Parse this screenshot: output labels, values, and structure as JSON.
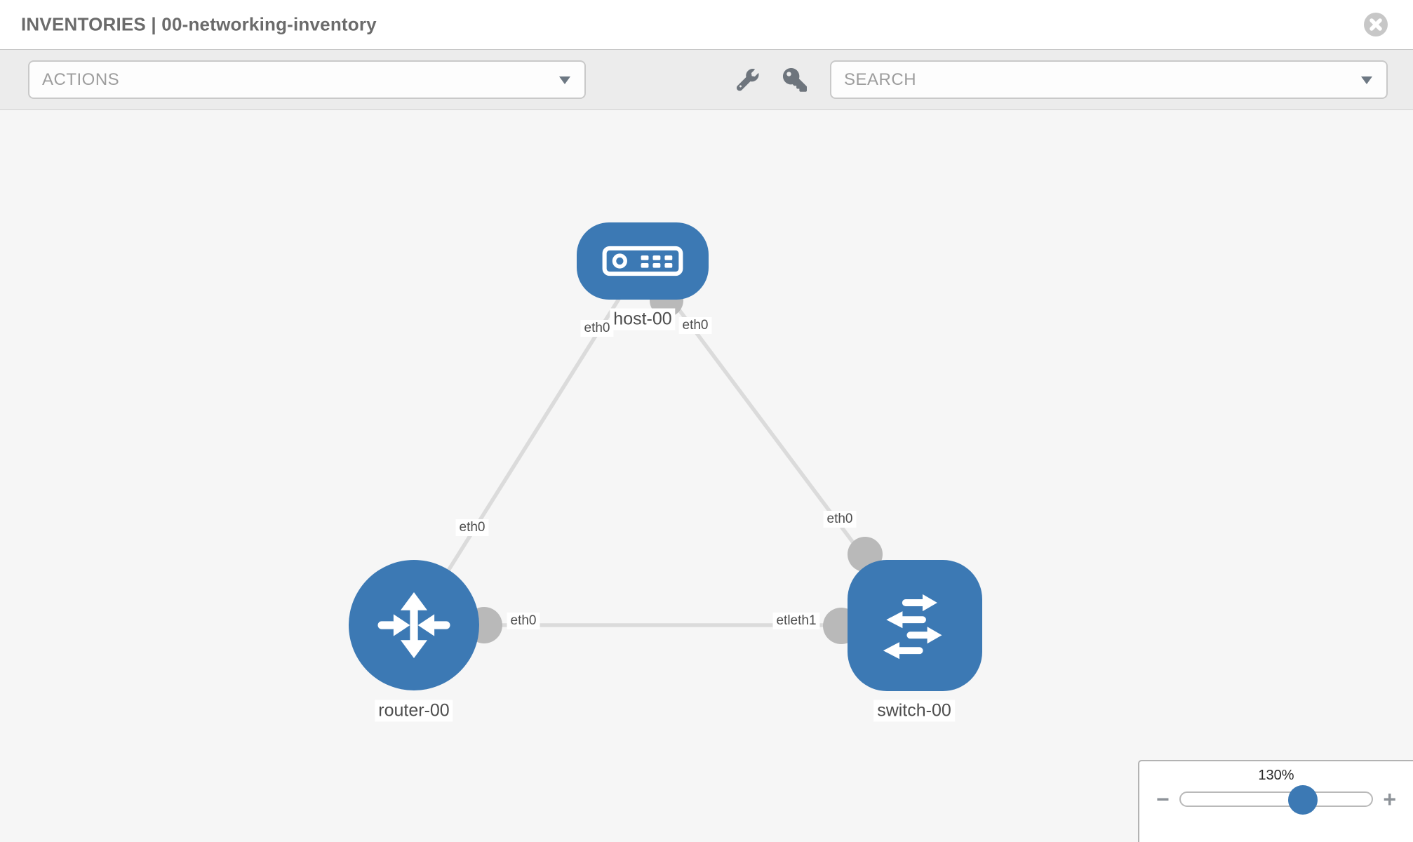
{
  "header": {
    "title": "INVENTORIES | 00-networking-inventory"
  },
  "toolbar": {
    "actions_placeholder": "ACTIONS",
    "search_placeholder": "SEARCH"
  },
  "canvas": {
    "nodes": [
      {
        "id": "host-00",
        "type": "host",
        "label": "host-00"
      },
      {
        "id": "router-00",
        "type": "router",
        "label": "router-00"
      },
      {
        "id": "switch-00",
        "type": "switch",
        "label": "switch-00"
      }
    ],
    "links": [
      {
        "from": "host-00",
        "to": "router-00",
        "from_label": "eth0",
        "to_label": "eth0"
      },
      {
        "from": "host-00",
        "to": "switch-00",
        "from_label": "eth0",
        "to_label": "eth0"
      },
      {
        "from": "router-00",
        "to": "switch-00",
        "from_label": "eth0",
        "to_label": "etleth1"
      }
    ]
  },
  "zoom_control": {
    "value": "130%",
    "minus_label": "−",
    "plus_label": "+"
  },
  "colors": {
    "node_blue": "#3c79b4",
    "link_gray": "#dbdbdb",
    "connector_gray": "#b9b9b9",
    "canvas_bg": "#f6f6f6"
  }
}
